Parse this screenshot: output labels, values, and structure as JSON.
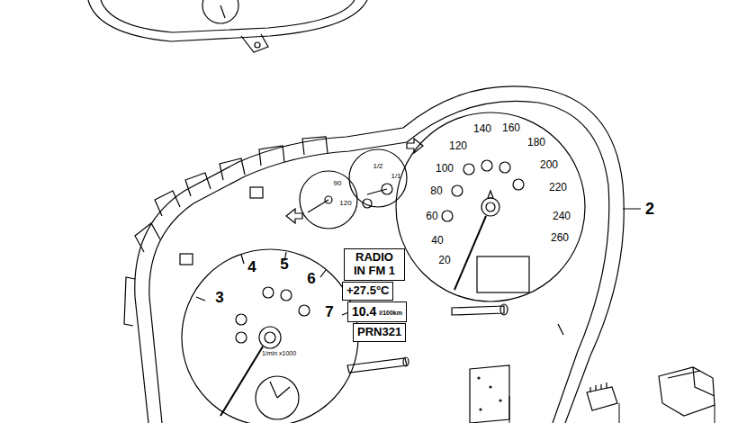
{
  "diagram": {
    "nodes": [
      {
        "text": [
          "RADIO IN FM 1"
        ]
      },
      {
        "text": [
          "+27.5°C"
        ]
      },
      {
        "text": [
          "10.4",
          "l/100km"
        ]
      },
      {
        "text": [
          "PRN321"
        ]
      }
    ],
    "labels": [
      "2",
      "3",
      "4",
      "5",
      "6",
      "7",
      "1/min x1000",
      "20",
      "40",
      "60",
      "80",
      "100",
      "120",
      "140",
      "160",
      "180",
      "200",
      "220",
      "240",
      "260",
      "90",
      "120",
      "1/2",
      "1/1"
    ]
  }
}
